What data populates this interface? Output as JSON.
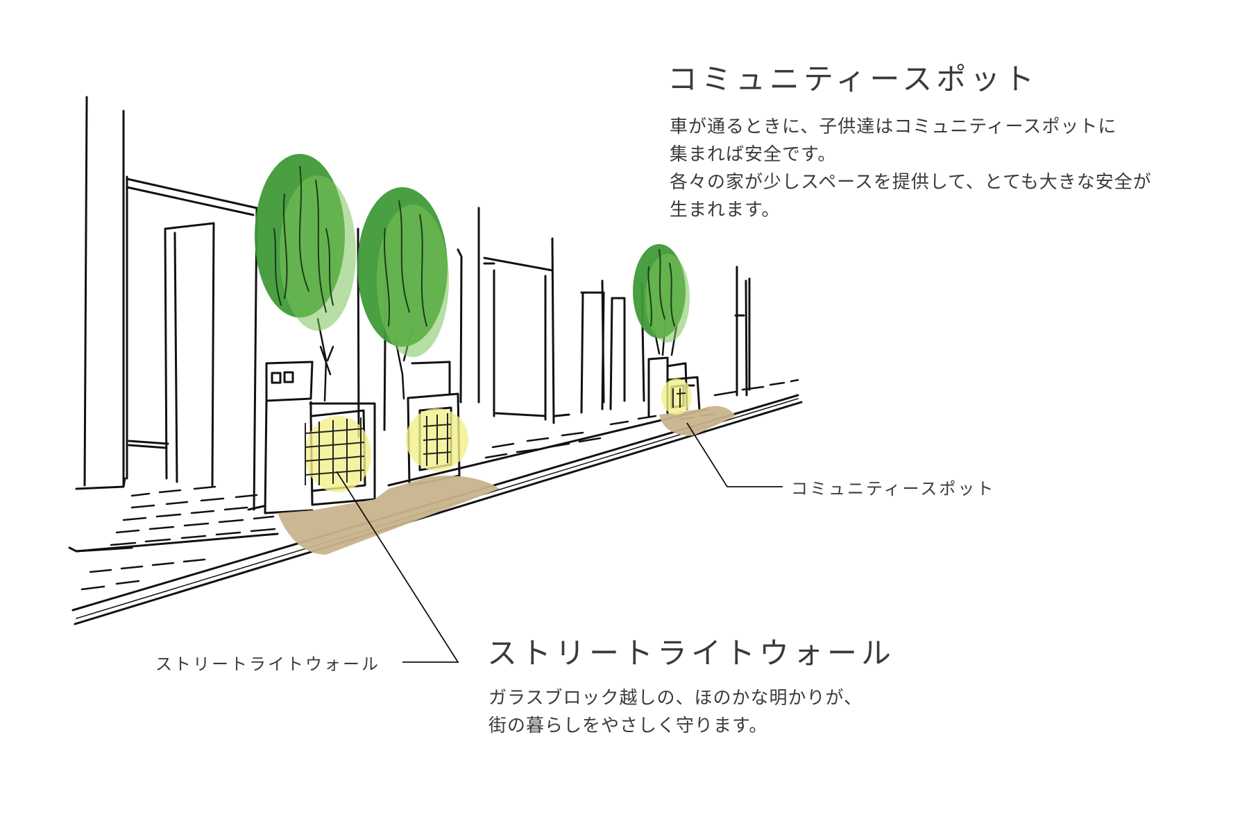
{
  "community_spot": {
    "title": "コミュニティースポット",
    "lines": [
      "車が通るときに、子供達はコミュニティースポットに",
      "集まれば安全です。",
      "各々の家が少しスペースを提供して、とても大きな安全が",
      "生まれます。"
    ],
    "callout_label": "コミュニティースポット"
  },
  "street_light_wall": {
    "title": "ストリートライトウォール",
    "lines": [
      "ガラスブロック越しの、ほのかな明かりが、",
      "街の暮らしをやさしく守ります。"
    ],
    "callout_label": "ストリートライトウォール"
  },
  "colors": {
    "tree_green": "#3f9a38",
    "tree_light": "#7cc25a",
    "sand": "#c8b48c",
    "glass_glow": "#f3f08a",
    "ink": "#111111"
  }
}
